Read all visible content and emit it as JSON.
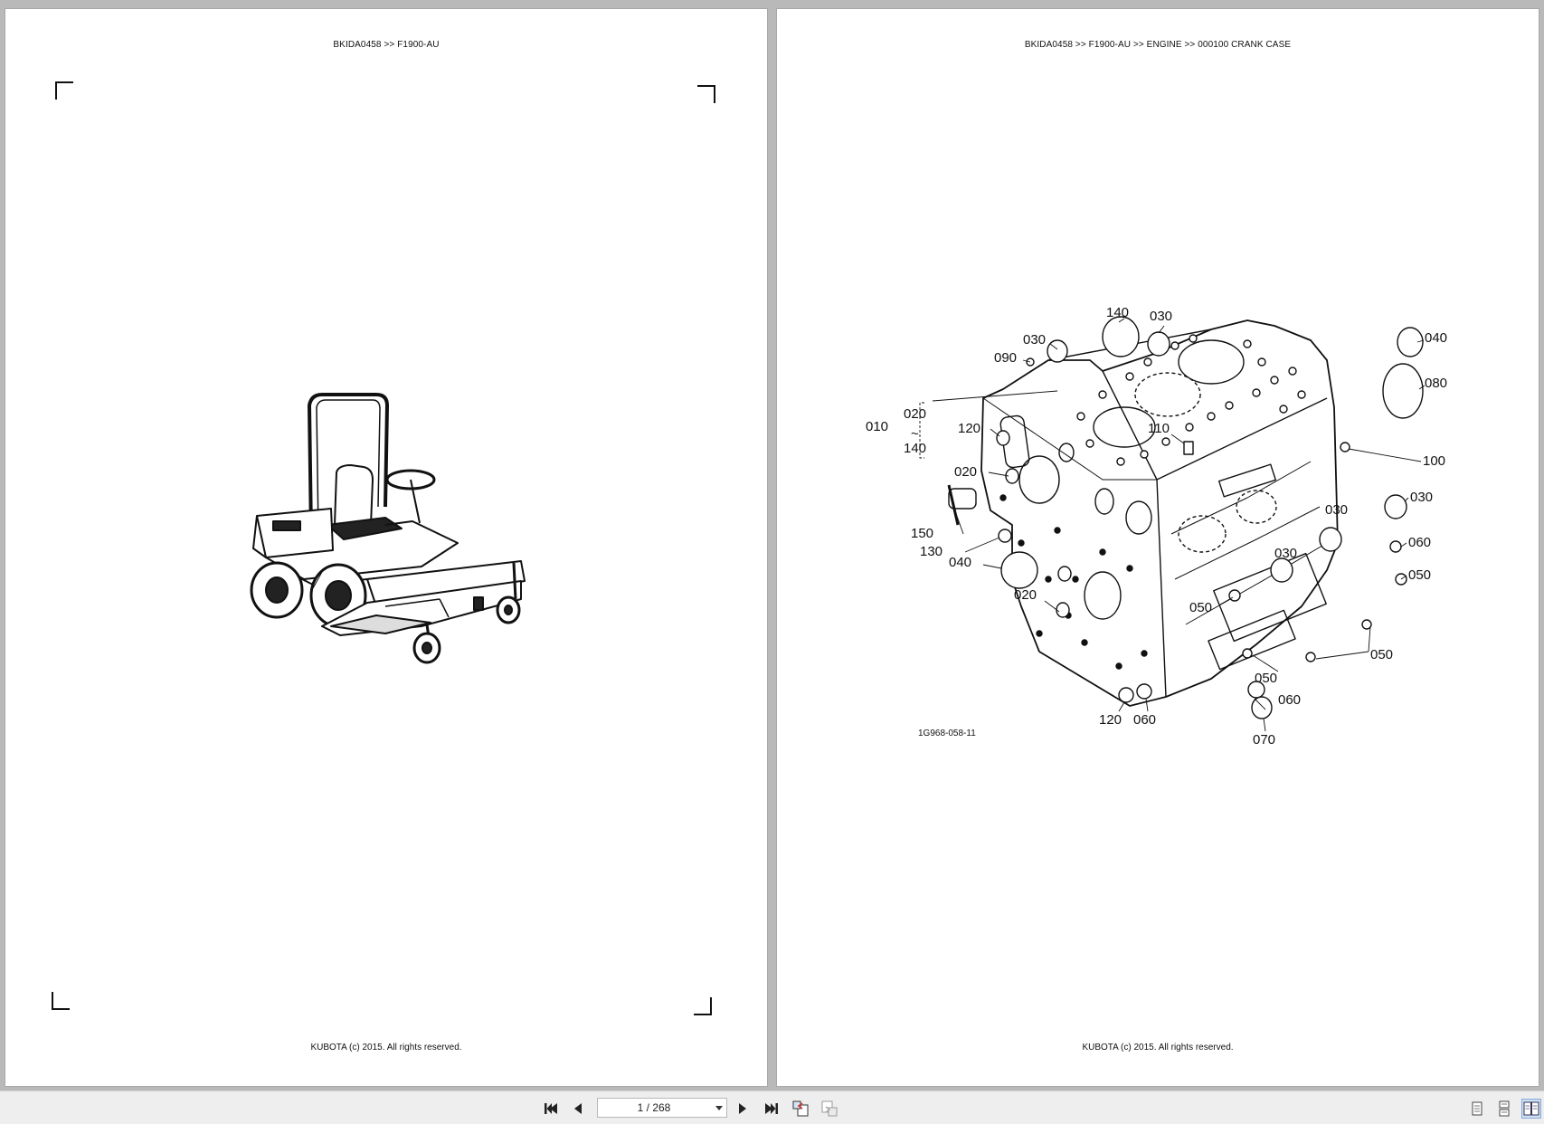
{
  "pages": [
    {
      "header": "BKIDA0458 >> F1900-AU",
      "footer": "KUBOTA (c) 2015. All rights reserved.",
      "illustration_icon": "riding-mower-illustration"
    },
    {
      "header": "BKIDA0458 >> F1900-AU >> ENGINE >> 000100   CRANK CASE",
      "footer": "KUBOTA (c) 2015. All rights reserved.",
      "figure_code": "1G968-058-11",
      "callouts": {
        "c140a": "140",
        "c030a": "030",
        "c030b": "030",
        "c090": "090",
        "c040a": "040",
        "c080": "080",
        "c010": "010",
        "c020a": "020",
        "c140b": "140",
        "c120a": "120",
        "c110": "110",
        "c100": "100",
        "c020b": "020",
        "c030c": "030",
        "c030d": "030",
        "c150": "150",
        "c130": "130",
        "c060a": "060",
        "c040b": "040",
        "c030e": "030",
        "c050a": "050",
        "c020c": "020",
        "c050b": "050",
        "c050c": "050",
        "c050d": "050",
        "c060b": "060",
        "c120b": "120",
        "c060c": "060",
        "c070": "070"
      }
    }
  ],
  "toolbar": {
    "page_indicator": "1 / 268",
    "buttons": [
      "first-page-icon",
      "previous-page-icon",
      "next-page-icon",
      "last-page-icon",
      "back-view-icon",
      "forward-view-icon",
      "single-page-view-icon",
      "continuous-view-icon",
      "facing-pages-view-icon"
    ]
  }
}
